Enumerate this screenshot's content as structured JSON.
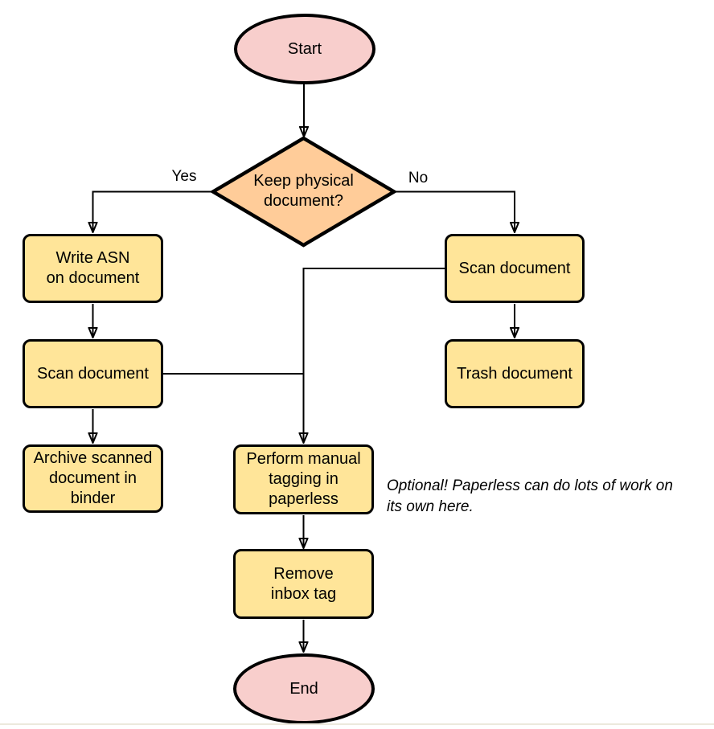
{
  "diagram": {
    "nodes": {
      "start": "Start",
      "decision": "Keep physical\ndocument?",
      "write_asn": "Write ASN\non document",
      "scan_left": "Scan document",
      "archive": "Archive scanned\ndocument in\nbinder",
      "scan_right": "Scan document",
      "trash": "Trash document",
      "tagging": "Perform manual\ntagging in\npaperless",
      "remove_inbox_tag": "Remove\ninbox tag",
      "end": "End"
    },
    "edge_labels": {
      "yes": "Yes",
      "no": "No"
    },
    "note": "Optional! Paperless can do lots of work on\nits own here.",
    "colors": {
      "terminal_fill": "#f8cecc",
      "process_fill": "#ffe599",
      "decision_fill": "#ffcc99",
      "stroke": "#000000"
    }
  }
}
